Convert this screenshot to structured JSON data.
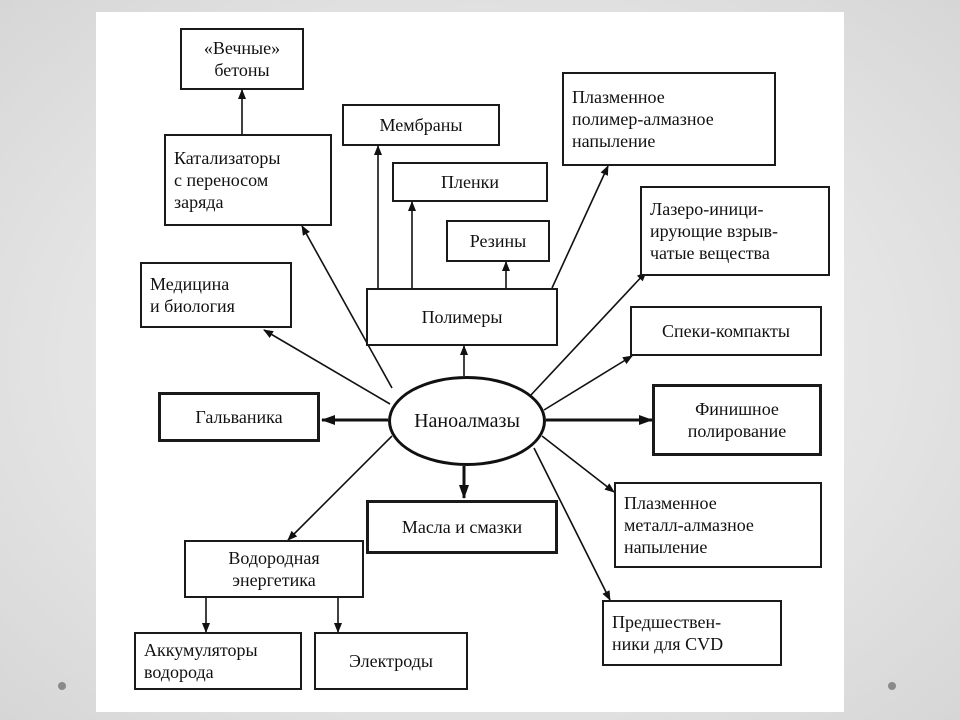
{
  "center": "Наноалмазы",
  "nodes": {
    "concrete": [
      "«Вечные»",
      "бетоны"
    ],
    "catalysts": [
      "Катализаторы",
      "с переносом",
      "заряда"
    ],
    "membranes": [
      "Мембраны"
    ],
    "films": [
      "Пленки"
    ],
    "rubbers": [
      "Резины"
    ],
    "plasma_polymer": [
      "Плазменное",
      "полимер-алмазное",
      "напыление"
    ],
    "laser": [
      "Лазеро-иници-",
      "ирующие взрыв-",
      "чатые вещества"
    ],
    "medicine": [
      "Медицина",
      "и биология"
    ],
    "polymers": [
      "Полимеры"
    ],
    "sintered": [
      "Спеки-компакты"
    ],
    "galvanic": [
      "Гальваника"
    ],
    "polishing": [
      "Финишное",
      "полирование"
    ],
    "oils": [
      "Масла и смазки"
    ],
    "plasma_metal": [
      "Плазменное",
      "металл-алмазное",
      "напыление"
    ],
    "hydrogen": [
      "Водородная",
      "энергетика"
    ],
    "cvd": [
      "Предшествен-",
      "ники для CVD"
    ],
    "accumulators": [
      "Аккумуляторы",
      "водорода"
    ],
    "electrodes": [
      "Электроды"
    ]
  }
}
